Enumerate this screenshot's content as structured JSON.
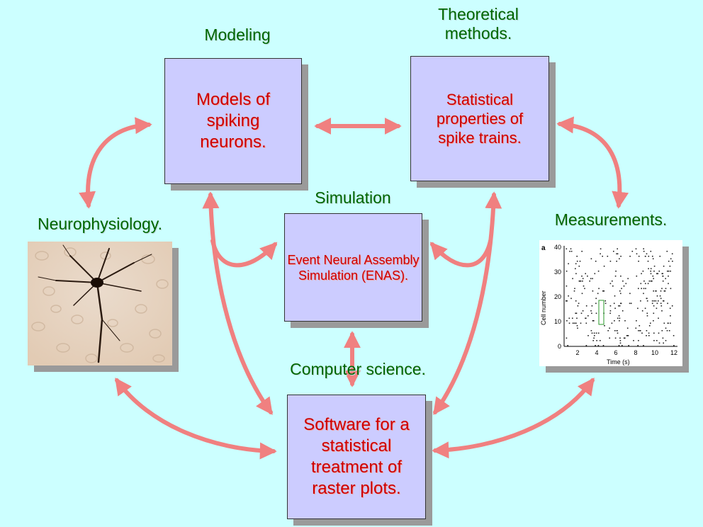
{
  "labels": {
    "modeling": "Modeling",
    "theoretical": "Theoretical methods.",
    "simulation": "Simulation",
    "neurophysiology": "Neurophysiology.",
    "measurements": "Measurements.",
    "computer_science": "Computer science."
  },
  "boxes": {
    "models": "Models of spiking neurons.",
    "statistical": "Statistical properties of spike trains.",
    "enas": "Event Neural Assembly Simulation (ENAS).",
    "software": "Software for a statistical treatment of raster plots."
  },
  "raster": {
    "panel_letter": "a",
    "ylabel": "Cell number",
    "xlabel": "Time (s)",
    "yticks": [
      "0",
      "10",
      "20",
      "30",
      "40"
    ],
    "xticks": [
      "2",
      "4",
      "6",
      "8",
      "10",
      "12"
    ]
  },
  "colors": {
    "background": "#ccffff",
    "label_text": "#006600",
    "box_fill": "#ccccff",
    "box_text": "#cc0000",
    "arrow": "#f08080"
  }
}
